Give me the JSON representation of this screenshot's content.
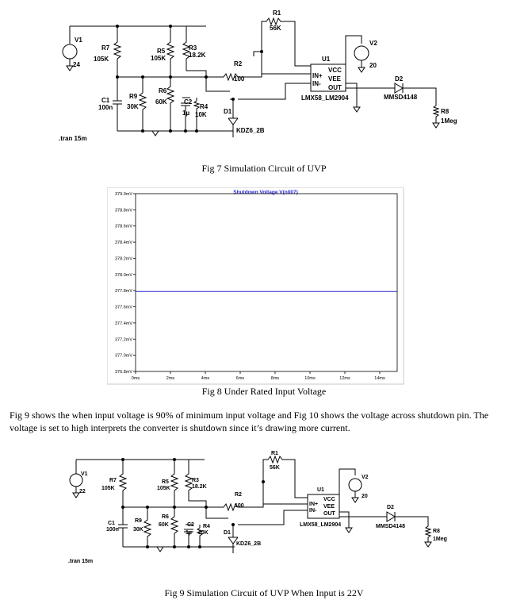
{
  "fig7": {
    "caption": "Fig 7 Simulation Circuit of UVP",
    "directive": ".tran 15m",
    "components": {
      "v1": {
        "ref": "V1",
        "value": "24"
      },
      "v2": {
        "ref": "V2",
        "value": "20"
      },
      "r1": {
        "ref": "R1",
        "value": "56K"
      },
      "r2": {
        "ref": "R2",
        "value": "100"
      },
      "r3": {
        "ref": "R3",
        "value": "18.2K"
      },
      "r4": {
        "ref": "R4",
        "value": "10K"
      },
      "r5": {
        "ref": "R5",
        "value": "105K"
      },
      "r6": {
        "ref": "R6",
        "value": "60K"
      },
      "r7": {
        "ref": "R7",
        "value": "105K"
      },
      "r8": {
        "ref": "R8",
        "value": "1Meg"
      },
      "r9": {
        "ref": "R9",
        "value": "30K"
      },
      "c1": {
        "ref": "C1",
        "value": "100n"
      },
      "c2": {
        "ref": "C2",
        "value": "1µ"
      },
      "d1": {
        "ref": "D1",
        "value": "KDZ6_2B"
      },
      "d2": {
        "ref": "D2",
        "value": "MMSD4148"
      },
      "u1": {
        "ref": "U1",
        "value": "LMX58_LM2904",
        "pins": [
          "IN+",
          "IN-",
          "VCC",
          "VEE",
          "OUT"
        ]
      }
    }
  },
  "fig8": {
    "caption": "Fig 8 Under Rated Input Voltage"
  },
  "chart_data": {
    "type": "line",
    "title": "Shutdown Voltage V(n007)",
    "xlabel": "",
    "ylabel": "",
    "x_ticks": [
      "0ms",
      "2ms",
      "4ms",
      "6ms",
      "8ms",
      "10ms",
      "12ms",
      "14ms"
    ],
    "y_ticks": [
      "379.0mV",
      "378.8mV",
      "378.6mV",
      "378.4mV",
      "378.2mV",
      "378.0mV",
      "377.8mV",
      "377.6mV",
      "377.4mV",
      "377.2mV",
      "377.0mV",
      "376.8mV"
    ],
    "xlim": [
      0,
      15
    ],
    "ylim": [
      376.8,
      379.0
    ],
    "grid": false,
    "series": [
      {
        "name": "V(n007)",
        "color": "#2b2bd6",
        "x": [
          0,
          15
        ],
        "y": [
          377.79,
          377.79
        ]
      }
    ]
  },
  "paragraph": "Fig 9 shows the when input voltage is 90% of minimum input voltage and Fig 10 shows the voltage across shutdown pin. The voltage is set to high interprets the converter is shutdown since it’s drawing more current.",
  "fig9": {
    "caption": "Fig 9 Simulation Circuit of UVP When Input is 22V",
    "directive": ".tran 15m",
    "components": {
      "v1": {
        "ref": "V1",
        "value": "22"
      },
      "v2": {
        "ref": "V2",
        "value": "20"
      },
      "r1": {
        "ref": "R1",
        "value": "56K"
      },
      "r2": {
        "ref": "R2",
        "value": "100"
      },
      "r3": {
        "ref": "R3",
        "value": "18.2K"
      },
      "r4": {
        "ref": "R4",
        "value": "10K"
      },
      "r5": {
        "ref": "R5",
        "value": "105K"
      },
      "r6": {
        "ref": "R6",
        "value": "60K"
      },
      "r7": {
        "ref": "R7",
        "value": "105K"
      },
      "r8": {
        "ref": "R8",
        "value": "1Meg"
      },
      "r9": {
        "ref": "R9",
        "value": "30K"
      },
      "c1": {
        "ref": "C1",
        "value": "100n"
      },
      "c2": {
        "ref": "C2",
        "value": "1µ"
      },
      "d1": {
        "ref": "D1",
        "value": "KDZ6_2B"
      },
      "d2": {
        "ref": "D2",
        "value": "MMSD4148"
      },
      "u1": {
        "ref": "U1",
        "value": "LMX58_LM2904",
        "pins": [
          "IN+",
          "IN-",
          "VCC",
          "VEE",
          "OUT"
        ]
      }
    }
  },
  "colors": {
    "wire": "#000000",
    "trace": "#2b2bd6",
    "plot_title": "#2b2bd6",
    "component": "#000000"
  }
}
